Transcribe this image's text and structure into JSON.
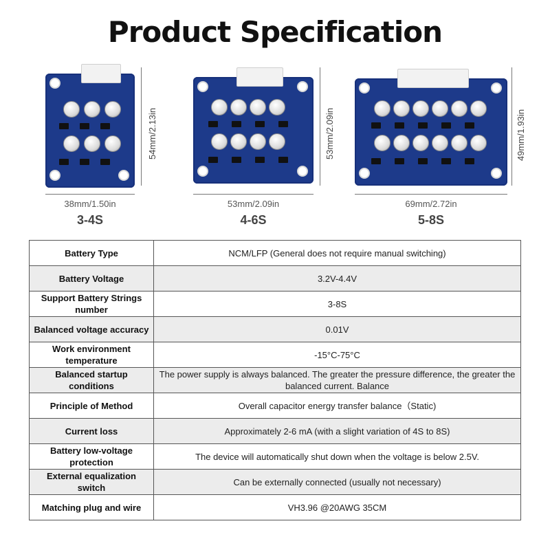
{
  "title": "Product Specification",
  "boards": [
    {
      "width_label": "38mm/1.50in",
      "height_label": "54mm/2.13in",
      "model": "3-4S"
    },
    {
      "width_label": "53mm/2.09in",
      "height_label": "53mm/2.09in",
      "model": "4-6S"
    },
    {
      "width_label": "69mm/2.72in",
      "height_label": "49mm/1.93in",
      "model": "5-8S"
    }
  ],
  "spec_rows": [
    {
      "key": "Battery Type",
      "value": "NCM/LFP (General does not require manual switching)"
    },
    {
      "key": "Battery Voltage",
      "value": "3.2V-4.4V"
    },
    {
      "key": "Support Battery Strings number",
      "value": "3-8S"
    },
    {
      "key": "Balanced voltage accuracy",
      "value": "0.01V"
    },
    {
      "key": "Work environment temperature",
      "value": "-15°C-75°C"
    },
    {
      "key": "Balanced startup conditions",
      "value": "The power supply is always balanced. The greater the pressure difference, the greater the balanced current. Balance"
    },
    {
      "key": "Principle of Method",
      "value": "Overall capacitor energy transfer balance（Static)"
    },
    {
      "key": "Current loss",
      "value": "Approximately 2-6 mA (with a slight variation of 4S to 8S)"
    },
    {
      "key": "Battery low-voltage protection",
      "value": "The device will automatically shut down when the voltage is below 2.5V."
    },
    {
      "key": "External equalization switch",
      "value": "Can be externally connected (usually not necessary)"
    },
    {
      "key": "Matching plug and wire",
      "value": "VH3.96 @20AWG 35CM"
    }
  ],
  "colors": {
    "pcb": "#1d3a8a",
    "border": "#555555",
    "row_alt": "#ececec"
  }
}
